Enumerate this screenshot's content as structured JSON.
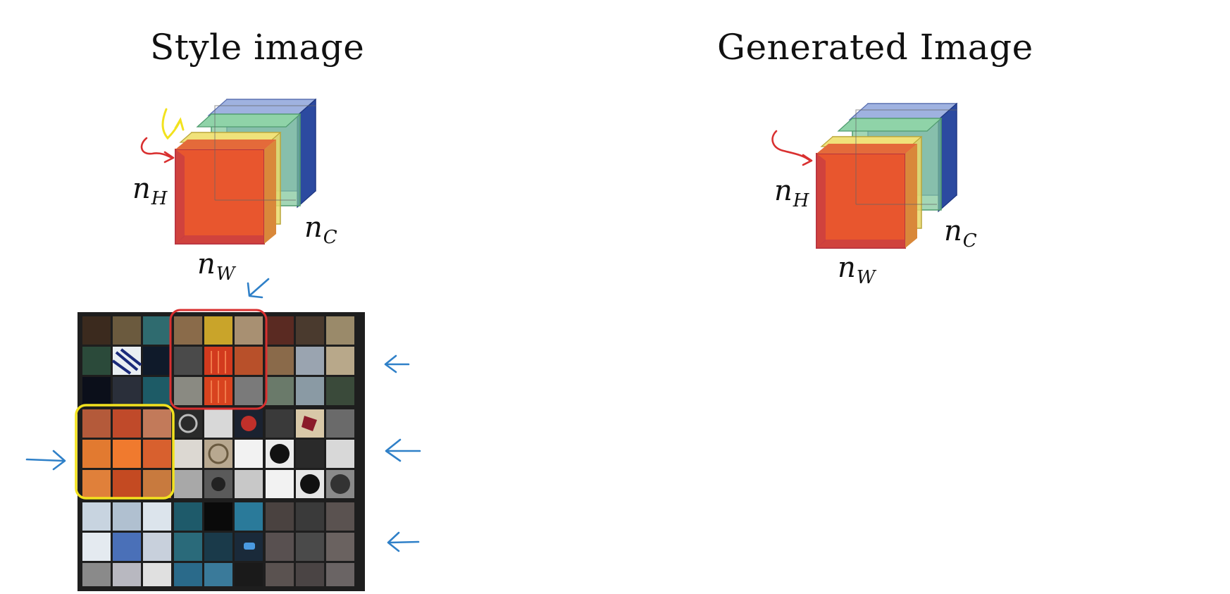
{
  "titles": {
    "style": "Style image",
    "generated": "Generated Image"
  },
  "labels": {
    "n": "n",
    "h": "H",
    "w": "W",
    "c": "C"
  },
  "colors": {
    "channel_front": "#e8562e",
    "channel_2": "#e9d86a",
    "channel_3": "#7cc497",
    "channel_back": "#8a9fd4",
    "annotation_red": "#d93030",
    "annotation_yellow": "#f2e21e",
    "annotation_blue": "#2f80c8"
  }
}
